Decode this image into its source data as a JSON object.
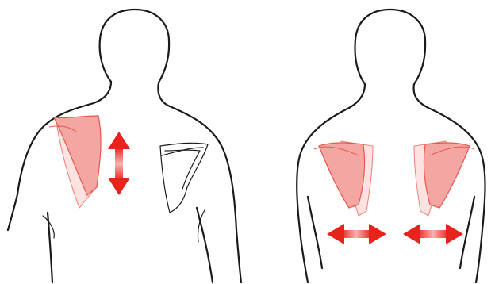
{
  "colors": {
    "outline": "#1a1a1a",
    "bone_fill": "#f4a7a2",
    "bone_fill_light": "#fbd9d6",
    "bone_stroke": "#e8554d",
    "arrow": "#e8231c",
    "arrow_light": "#f7b3ae"
  },
  "figures": [
    {
      "view": "back",
      "highlighted_scapula": "right-of-image-left-shoulder",
      "neutral_scapula": "outline-only",
      "arrow_direction": "vertical",
      "arrow_icon": "double-headed-arrow-icon"
    },
    {
      "view": "back",
      "highlighted_scapula": "both",
      "arrow_direction": "horizontal",
      "arrow_icon": "double-headed-arrow-icon",
      "arrow_count": 2
    }
  ]
}
